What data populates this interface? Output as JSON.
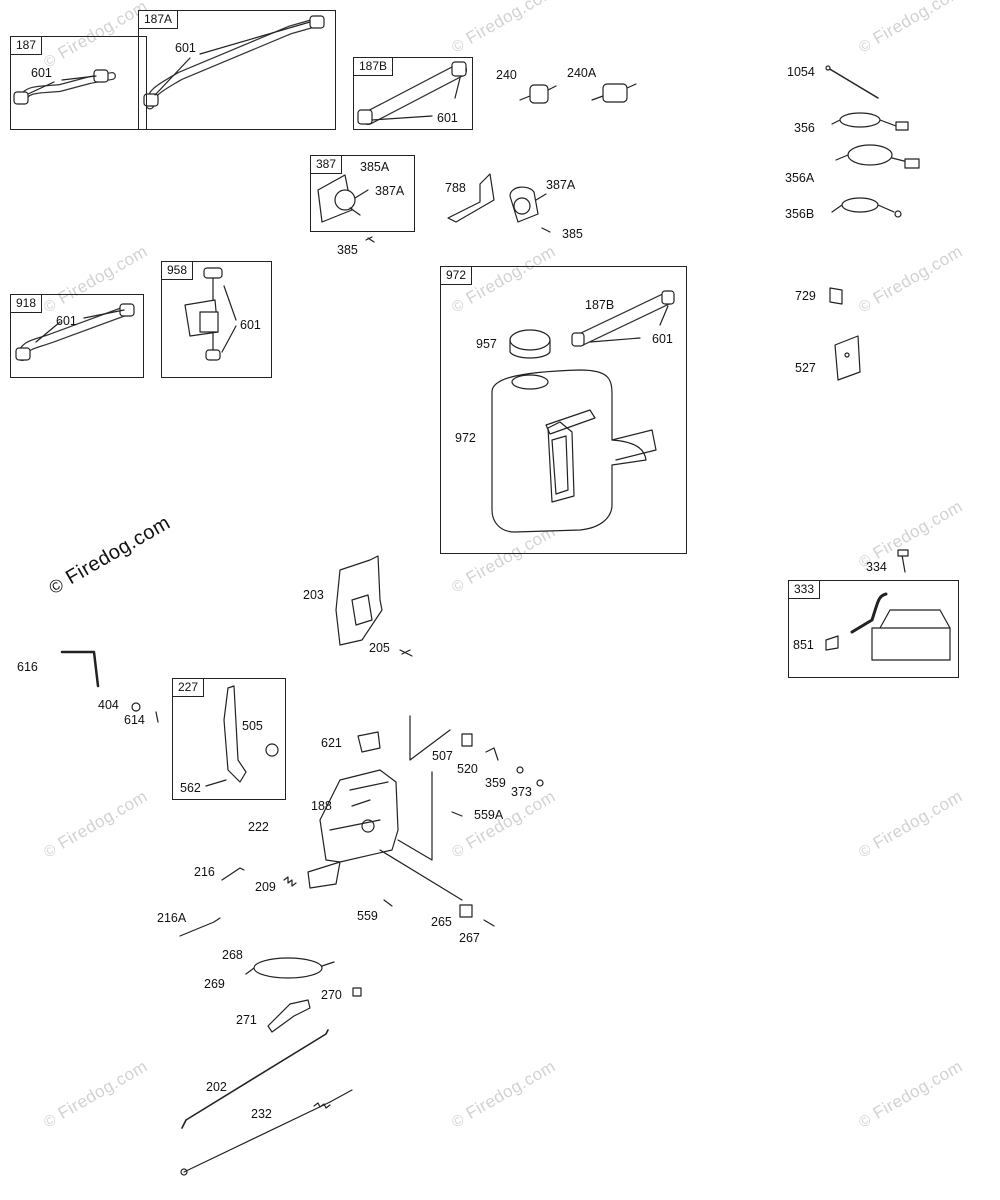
{
  "watermark": {
    "symbol": "©",
    "text": "Firedog.com"
  },
  "boxes": [
    {
      "id": "b187",
      "tag": "187"
    },
    {
      "id": "b187a",
      "tag": "187A"
    },
    {
      "id": "b187b",
      "tag": "187B"
    },
    {
      "id": "b387",
      "tag": "387"
    },
    {
      "id": "b918",
      "tag": "918"
    },
    {
      "id": "b958",
      "tag": "958"
    },
    {
      "id": "b972",
      "tag": "972"
    },
    {
      "id": "b333",
      "tag": "333"
    },
    {
      "id": "b227",
      "tag": "227"
    }
  ],
  "part_labels": {
    "p601a": "601",
    "p601b": "601",
    "p601c": "601",
    "p601d": "601",
    "p601e": "601",
    "p601f": "601",
    "p240": "240",
    "p240a": "240A",
    "p1054": "1054",
    "p356": "356",
    "p356a": "356A",
    "p356b": "356B",
    "p385a": "385A",
    "p387a1": "387A",
    "p385_1": "385",
    "p788": "788",
    "p387a2": "387A",
    "p385_2": "385",
    "p187b2": "187B",
    "p957": "957",
    "p972": "972",
    "p729": "729",
    "p527": "527",
    "p203": "203",
    "p205": "205",
    "p334": "334",
    "p851": "851",
    "p616": "616",
    "p404": "404",
    "p614": "614",
    "p505": "505",
    "p562": "562",
    "p621": "621",
    "p507": "507",
    "p520": "520",
    "p359": "359",
    "p373": "373",
    "p188": "188",
    "p559a": "559A",
    "p222": "222",
    "p216": "216",
    "p209": "209",
    "p216a": "216A",
    "p559": "559",
    "p265": "265",
    "p267": "267",
    "p268": "268",
    "p269": "269",
    "p270": "270",
    "p271": "271",
    "p202": "202",
    "p232": "232"
  }
}
